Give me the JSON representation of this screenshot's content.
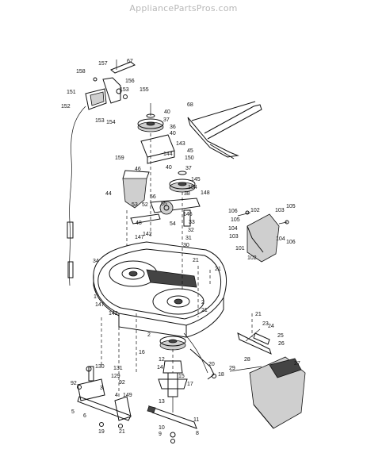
{
  "watermark": "AppliancePartsPros.com",
  "diagram": {
    "callouts": [
      {
        "id": "c157",
        "text": "157"
      },
      {
        "id": "c67",
        "text": "67"
      },
      {
        "id": "c158",
        "text": "158"
      },
      {
        "id": "c156",
        "text": "156"
      },
      {
        "id": "c151",
        "text": "151"
      },
      {
        "id": "c153a",
        "text": "153"
      },
      {
        "id": "c155",
        "text": "155"
      },
      {
        "id": "c152",
        "text": "152"
      },
      {
        "id": "c153b",
        "text": "153"
      },
      {
        "id": "c154",
        "text": "154"
      },
      {
        "id": "c68",
        "text": "68"
      },
      {
        "id": "c40a",
        "text": "40"
      },
      {
        "id": "c37a",
        "text": "37"
      },
      {
        "id": "c36",
        "text": "36"
      },
      {
        "id": "c40b",
        "text": "40"
      },
      {
        "id": "c143",
        "text": "143"
      },
      {
        "id": "c144",
        "text": "144"
      },
      {
        "id": "c45",
        "text": "45"
      },
      {
        "id": "c150",
        "text": "150"
      },
      {
        "id": "c159",
        "text": "159"
      },
      {
        "id": "c40c",
        "text": "40"
      },
      {
        "id": "c37b",
        "text": "37"
      },
      {
        "id": "c46",
        "text": "46"
      },
      {
        "id": "c145",
        "text": "145"
      },
      {
        "id": "c184",
        "text": "184"
      },
      {
        "id": "c38",
        "text": "38"
      },
      {
        "id": "c148",
        "text": "148"
      },
      {
        "id": "c44",
        "text": "44"
      },
      {
        "id": "c56",
        "text": "56"
      },
      {
        "id": "c55",
        "text": "55"
      },
      {
        "id": "c53",
        "text": "53"
      },
      {
        "id": "c52",
        "text": "52"
      },
      {
        "id": "c48",
        "text": "48"
      },
      {
        "id": "c146",
        "text": "146"
      },
      {
        "id": "c54",
        "text": "54"
      },
      {
        "id": "c33",
        "text": "33"
      },
      {
        "id": "c32",
        "text": "32"
      },
      {
        "id": "c31",
        "text": "31"
      },
      {
        "id": "c30",
        "text": "30"
      },
      {
        "id": "c147a",
        "text": "147"
      },
      {
        "id": "c142a",
        "text": "142"
      },
      {
        "id": "c34",
        "text": "34"
      },
      {
        "id": "c21a",
        "text": "21"
      },
      {
        "id": "c21b",
        "text": "21"
      },
      {
        "id": "c1",
        "text": "1"
      },
      {
        "id": "c147b",
        "text": "147"
      },
      {
        "id": "c142b",
        "text": "142"
      },
      {
        "id": "c2a",
        "text": "2"
      },
      {
        "id": "c21c",
        "text": "21"
      },
      {
        "id": "c106a",
        "text": "106"
      },
      {
        "id": "c102a",
        "text": "102"
      },
      {
        "id": "c103a",
        "text": "103"
      },
      {
        "id": "c105a",
        "text": "105"
      },
      {
        "id": "c105b",
        "text": "105"
      },
      {
        "id": "c104a",
        "text": "104"
      },
      {
        "id": "c103b",
        "text": "103"
      },
      {
        "id": "c104b",
        "text": "104"
      },
      {
        "id": "c106b",
        "text": "106"
      },
      {
        "id": "c101",
        "text": "101"
      },
      {
        "id": "c102b",
        "text": "102"
      },
      {
        "id": "c2b",
        "text": "2"
      },
      {
        "id": "c16",
        "text": "16"
      },
      {
        "id": "c20",
        "text": "20"
      },
      {
        "id": "c21d",
        "text": "21"
      },
      {
        "id": "c23",
        "text": "23"
      },
      {
        "id": "c24",
        "text": "24"
      },
      {
        "id": "c25",
        "text": "25"
      },
      {
        "id": "c26",
        "text": "26"
      },
      {
        "id": "c28",
        "text": "28"
      },
      {
        "id": "c29",
        "text": "29"
      },
      {
        "id": "c27",
        "text": "27"
      },
      {
        "id": "c12",
        "text": "12"
      },
      {
        "id": "c14",
        "text": "14"
      },
      {
        "id": "c15",
        "text": "15"
      },
      {
        "id": "c17",
        "text": "17"
      },
      {
        "id": "c18",
        "text": "18"
      },
      {
        "id": "c130",
        "text": "130"
      },
      {
        "id": "c131",
        "text": "131"
      },
      {
        "id": "c129",
        "text": "129"
      },
      {
        "id": "c92a",
        "text": "92"
      },
      {
        "id": "c92b",
        "text": "92"
      },
      {
        "id": "c3",
        "text": "3"
      },
      {
        "id": "c4",
        "text": "4"
      },
      {
        "id": "c149",
        "text": "149"
      },
      {
        "id": "c5",
        "text": "5"
      },
      {
        "id": "c6",
        "text": "6"
      },
      {
        "id": "c13",
        "text": "13"
      },
      {
        "id": "c11",
        "text": "11"
      },
      {
        "id": "c10",
        "text": "10"
      },
      {
        "id": "c9",
        "text": "9"
      },
      {
        "id": "c8",
        "text": "8"
      },
      {
        "id": "c19",
        "text": "19"
      },
      {
        "id": "c21e",
        "text": "21"
      }
    ]
  }
}
